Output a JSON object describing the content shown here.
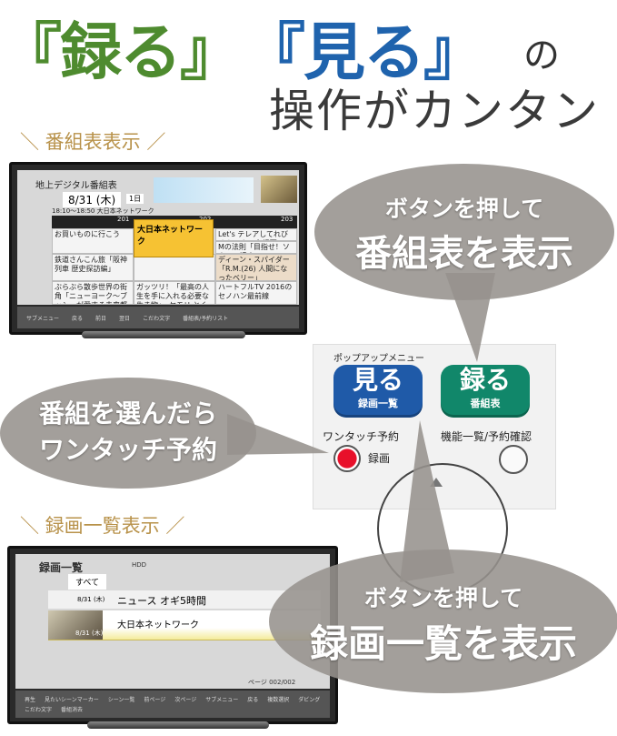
{
  "headline": {
    "rec": "『録る』",
    "view": "『見る』",
    "particle": "の",
    "subtitle": "操作がカンタン"
  },
  "sections": {
    "epg": "＼ 番組表表示 ／",
    "list": "＼ 録画一覧表示 ／"
  },
  "tv_epg": {
    "title": "地上デジタル番組表",
    "date": "8/31 (木)",
    "day_tab": "1日",
    "time_info": "18:10〜18:50  大日本ネットワーク",
    "channels": [
      "201",
      "202",
      "203"
    ],
    "highlight": "大日本ネットワーク",
    "programs": [
      "お買いものに行こう",
      "鉄道さんこん旅「阪神列車 歴史探訪編」",
      "ぶらぶら散歩世界の街角「ニューヨーク〜ブッシュが愛する未来都市」",
      "ガッツリ！「最高の人生を手に入れる必要な生き物」・ヤモリ とくらす大作戦",
      "Let's テレアしてれびくん ◇あの名場面",
      "Mの法則「目指せ！ソウルの達人」",
      "ディーン・スパイダー「R.M.(26) 人間になったベリー」",
      "ハートフルTV 2016のセノハン最前線"
    ],
    "footer": [
      "サブメニュー",
      "戻る",
      "前日",
      "翌日",
      "こだわ文字",
      "番組表/予約リスト"
    ]
  },
  "tv_list": {
    "title": "録画一覧",
    "storage": "HDD",
    "tab_selected": "すべて",
    "rows": [
      {
        "date": "8/31 (木)",
        "title": "ニュース オギ5時間"
      },
      {
        "date": "8/31 (木)",
        "title": "大日本ネットワーク"
      }
    ],
    "page": "ページ 002/002",
    "footer": [
      "再生",
      "見たいシーンマーカー",
      "シーン一覧",
      "前ページ",
      "次ページ",
      "サブメニュー",
      "戻る",
      "複数選択",
      "ダビング",
      "こだわ文字",
      "番組消去"
    ]
  },
  "bubbles": {
    "epg": {
      "line1": "ボタンを押して",
      "line2": "番組表を表示"
    },
    "reserve": {
      "line1": "番組を選んだら",
      "line2": "ワンタッチ予約"
    },
    "list": {
      "line1": "ボタンを押して",
      "line2": "録画一覧を表示"
    }
  },
  "remote": {
    "popup_label": "ポップアップメニュー",
    "view_button": {
      "main": "見る",
      "sub": "録画一覧",
      "color": "#1f5aa8"
    },
    "rec_button": {
      "main": "録る",
      "sub": "番組表",
      "color": "#11876a"
    },
    "one_touch_label": "ワンタッチ予約",
    "rec_label": "録画",
    "function_label": "機能一覧/予約確認"
  }
}
